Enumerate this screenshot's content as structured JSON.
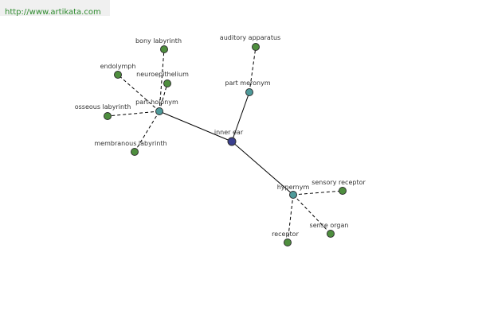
{
  "source": {
    "url_text": "http://www.artikata.com"
  },
  "colors": {
    "center_node": "#3a3f8f",
    "relation_node": "#4e9a9a",
    "leaf_node": "#4e8e3e",
    "edge": "#000000"
  },
  "graph": {
    "nodes": [
      {
        "id": "inner_ear",
        "label": "inner ear",
        "kind": "center"
      },
      {
        "id": "part_meronym",
        "label": "part meronym",
        "kind": "relation"
      },
      {
        "id": "part_holonym",
        "label": "part holonym",
        "kind": "relation"
      },
      {
        "id": "hypernym",
        "label": "hypernym",
        "kind": "relation"
      },
      {
        "id": "auditory_apparatus",
        "label": "auditory apparatus",
        "kind": "leaf"
      },
      {
        "id": "bony_labyrinth",
        "label": "bony labyrinth",
        "kind": "leaf"
      },
      {
        "id": "endolymph",
        "label": "endolymph",
        "kind": "leaf"
      },
      {
        "id": "neuroepithelium",
        "label": "neuroepithelium",
        "kind": "leaf"
      },
      {
        "id": "osseous_labyrinth",
        "label": "osseous labyrinth",
        "kind": "leaf"
      },
      {
        "id": "membranous_labyrinth",
        "label": "membranous labyrinth",
        "kind": "leaf"
      },
      {
        "id": "sensory_receptor",
        "label": "sensory receptor",
        "kind": "leaf"
      },
      {
        "id": "sense_organ",
        "label": "sense organ",
        "kind": "leaf"
      },
      {
        "id": "receptor",
        "label": "receptor",
        "kind": "leaf"
      }
    ],
    "edges": [
      {
        "from": "inner_ear",
        "to": "part_meronym",
        "style": "solid"
      },
      {
        "from": "inner_ear",
        "to": "part_holonym",
        "style": "solid"
      },
      {
        "from": "inner_ear",
        "to": "hypernym",
        "style": "solid"
      },
      {
        "from": "part_meronym",
        "to": "auditory_apparatus",
        "style": "dashed"
      },
      {
        "from": "part_holonym",
        "to": "bony_labyrinth",
        "style": "dashed"
      },
      {
        "from": "part_holonym",
        "to": "endolymph",
        "style": "dashed"
      },
      {
        "from": "part_holonym",
        "to": "neuroepithelium",
        "style": "dashed"
      },
      {
        "from": "part_holonym",
        "to": "osseous_labyrinth",
        "style": "dashed"
      },
      {
        "from": "part_holonym",
        "to": "membranous_labyrinth",
        "style": "dashed"
      },
      {
        "from": "hypernym",
        "to": "sensory_receptor",
        "style": "dashed"
      },
      {
        "from": "hypernym",
        "to": "sense_organ",
        "style": "dashed"
      },
      {
        "from": "hypernym",
        "to": "receptor",
        "style": "dashed"
      }
    ]
  }
}
